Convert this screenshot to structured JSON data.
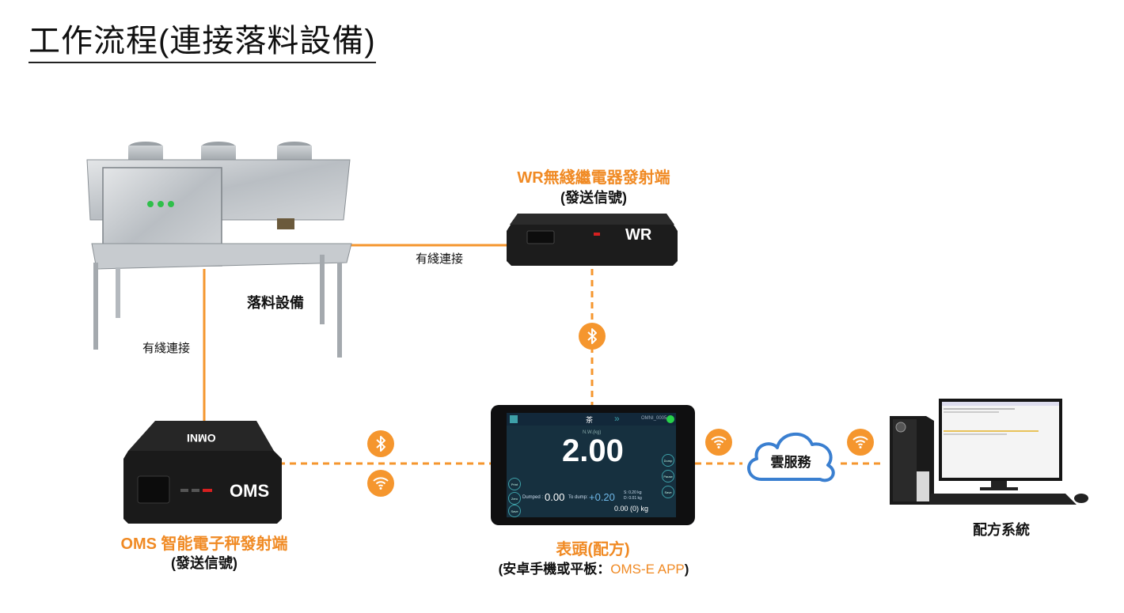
{
  "title": "工作流程(連接落料設備)",
  "nodes": {
    "dispenser": {
      "label": "落料設備"
    },
    "wr_relay": {
      "name": "WR無綫繼電器發射端",
      "note": "(發送信號)",
      "brand": "WR"
    },
    "oms_scale": {
      "name": "OMS 智能電子秤發射端",
      "note": "(發送信號)",
      "brand": "OMS",
      "top_brand": "OMNI"
    },
    "tablet": {
      "name": "表頭(配方)",
      "note_prefix": "(安卓手機或平板：",
      "note_app": "OMS-E APP",
      "note_suffix": ")",
      "screen": {
        "header_item": "茶",
        "device_id": "OMNI_0005",
        "main_value": "2.00",
        "net_label": "N.W.(kg)",
        "dumped_label": "Dumped :",
        "dumped_value": "0.00",
        "todump_label": "To dump:",
        "todump_value": "+0.20",
        "s_value": "S: 0.20 kg",
        "d_value": "D: 0.01 kg",
        "total_value": "0.00 (0) kg",
        "btn_print": "Print",
        "btn_zero": "Zero",
        "btn_dump": "Dump",
        "btn_pause": "Pause",
        "btn_save": "Save"
      }
    },
    "cloud": {
      "label": "雲服務"
    },
    "pc": {
      "label": "配方系統"
    }
  },
  "edges": {
    "wired_top": "有綫連接",
    "wired_left": "有綫連接"
  },
  "colors": {
    "accent": "#f08a24",
    "wire": "#f5962e",
    "cloud": "#3a7fd0",
    "screen_bg": "#16303f"
  }
}
